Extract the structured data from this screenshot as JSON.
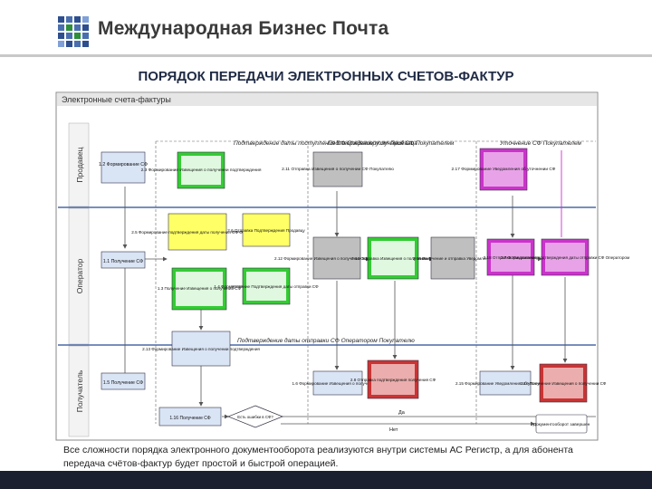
{
  "header": {
    "brand": "Международная Бизнес Почта"
  },
  "page_title": "ПОРЯДОК ПЕРЕДАЧИ ЭЛЕКТРОННЫХ СЧЕТОВ-ФАКТУР",
  "diagram": {
    "panel_title": "Электронные счета-фактуры",
    "lanes": [
      "Продавец",
      "Оператор",
      "Получатель"
    ],
    "phase_labels": {
      "seller_confirm": "Подтверждение даты поступления СФ Оператору от Продавца",
      "buyer_confirm": "Подтверждение получения СФ Покупателем",
      "clarify": "Уточнение СФ Покупателем",
      "operator_send_confirm": "Подтверждение даты отправки СФ Оператором Покупателю"
    },
    "nodes": {
      "n_1_2": "1.2 Формирование СФ",
      "n_2_3": "2.3 Формирование Извещения о получении подтверждения",
      "n_2_11": "2.11 Отправка Извещения о получении СФ Покупателю",
      "n_2_17": "2.17 Формирование Уведомления об уточнении СФ",
      "n_1_1": "1.1 Получение СФ",
      "n_2_5": "2.5 Формирование подтверждения даты получения СФ Оператором",
      "n_2_6": "2.6 Отправка Подтверждения Продавцу",
      "n_1_3": "1.3 Получение Извещения о получении СФ",
      "n_1_4": "1.4 Формирование Подтверждения даты отправки СФ",
      "n_2_14": "2.14 Отправка Извещения о получении СФ",
      "n_2_16": "2.16 Получение и отправка Уведомления",
      "n_2_18": "2.18 Отправка Уведомления",
      "n_2_7": "2.7 Формирование подтверждения даты отправки СФ Оператором",
      "n_2_8": "2.8 Отправка подтверждения получения СФ",
      "n_2_12": "2.12 Формирование Извещения о получении подтверждения СФ",
      "n_1_5": "1.5 Получение СФ",
      "n_1_6": "1.6 Формирование Извещения о получении СФ",
      "n_2_13": "2.13 Формирование Извещения о получении подтверждения",
      "n_2_15": "2.15 Формирование Уведомления об уточнении СФ",
      "n_2_19": "2.19 Получение Извещения о получении СФ",
      "n_1_16": "1.16 Получение СФ",
      "decision": "Есть ошибки в СФ?",
      "end": "Документооборот завершен"
    },
    "branch_yes": "Да",
    "branch_no": "Нет"
  },
  "footer_text": "Все сложности порядка электронного документооборота реализуются внутри системы АС Регистр, а для абонента передача счётов-фактур будет простой и быстрой операцией.",
  "colors": {
    "green": "#33cc33",
    "yellow": "#ffff66",
    "magenta": "#cc33cc",
    "gray": "#bfbfbf",
    "blue": "#d9e4f5",
    "lane_line": "#4a6aa5"
  }
}
